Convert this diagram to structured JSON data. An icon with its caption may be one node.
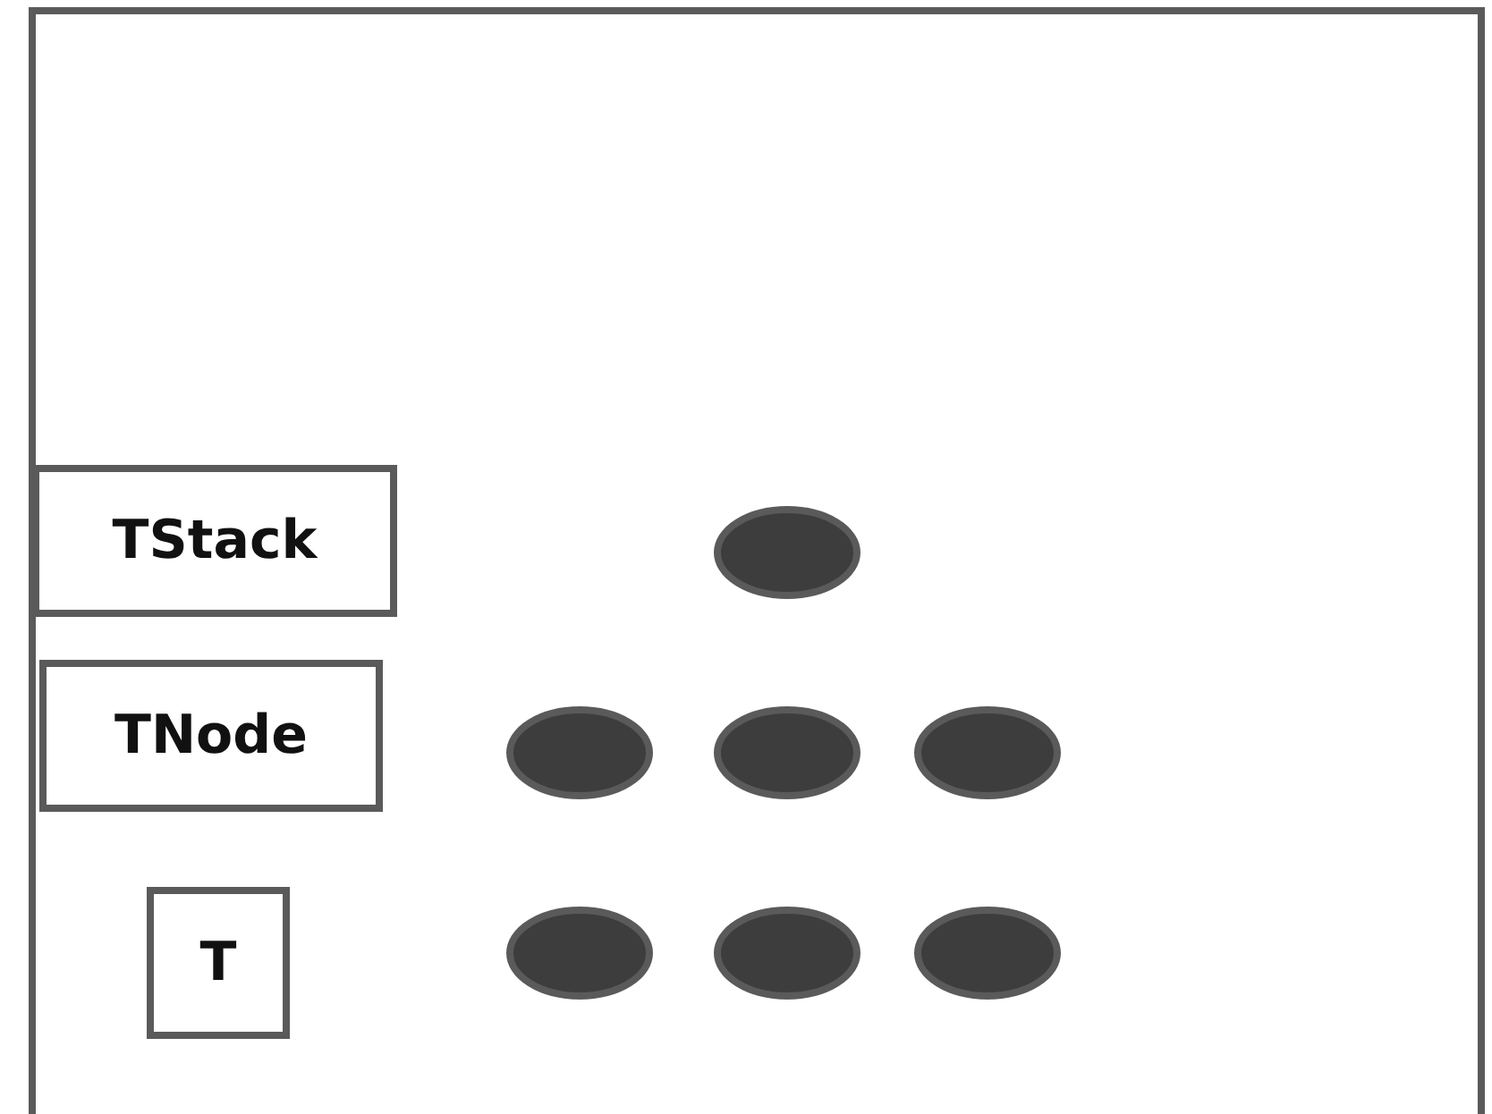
{
  "diagram": {
    "nodes": [
      {
        "text": [
          "TStack"
        ]
      },
      {
        "text": [],
        "shape": "ellipse"
      },
      {
        "text": [
          "TNode"
        ]
      },
      {
        "text": [],
        "shape": "ellipse"
      },
      {
        "text": [],
        "shape": "ellipse"
      },
      {
        "text": [],
        "shape": "ellipse"
      },
      {
        "text": [
          "T"
        ]
      },
      {
        "text": [],
        "shape": "ellipse"
      },
      {
        "text": [],
        "shape": "ellipse"
      },
      {
        "text": [],
        "shape": "ellipse"
      }
    ]
  }
}
